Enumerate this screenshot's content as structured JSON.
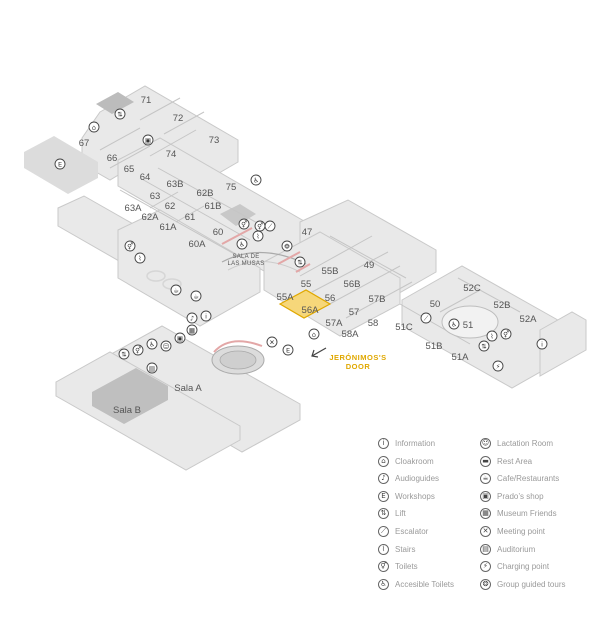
{
  "map": {
    "rooms": [
      {
        "id": "r71",
        "label": "71"
      },
      {
        "id": "r72",
        "label": "72"
      },
      {
        "id": "r73",
        "label": "73"
      },
      {
        "id": "r74",
        "label": "74"
      },
      {
        "id": "r67",
        "label": "67"
      },
      {
        "id": "r66",
        "label": "66"
      },
      {
        "id": "r65",
        "label": "65"
      },
      {
        "id": "r64",
        "label": "64"
      },
      {
        "id": "r75",
        "label": "75"
      },
      {
        "id": "r63B",
        "label": "63B"
      },
      {
        "id": "r62B",
        "label": "62B"
      },
      {
        "id": "r63",
        "label": "63"
      },
      {
        "id": "r62",
        "label": "62"
      },
      {
        "id": "r61B",
        "label": "61B"
      },
      {
        "id": "r63A",
        "label": "63A"
      },
      {
        "id": "r62A",
        "label": "62A"
      },
      {
        "id": "r61",
        "label": "61"
      },
      {
        "id": "r61A",
        "label": "61A"
      },
      {
        "id": "r60",
        "label": "60"
      },
      {
        "id": "r60A",
        "label": "60A"
      },
      {
        "id": "r47",
        "label": "47"
      },
      {
        "id": "r49",
        "label": "49"
      },
      {
        "id": "r55B",
        "label": "55B"
      },
      {
        "id": "r56B",
        "label": "56B"
      },
      {
        "id": "r55",
        "label": "55"
      },
      {
        "id": "r57B",
        "label": "57B"
      },
      {
        "id": "r55A",
        "label": "55A"
      },
      {
        "id": "r56",
        "label": "56"
      },
      {
        "id": "r56A",
        "label": "56A"
      },
      {
        "id": "r57",
        "label": "57"
      },
      {
        "id": "r57A",
        "label": "57A"
      },
      {
        "id": "r58",
        "label": "58"
      },
      {
        "id": "r58A",
        "label": "58A"
      },
      {
        "id": "r50",
        "label": "50"
      },
      {
        "id": "r52C",
        "label": "52C"
      },
      {
        "id": "r52B",
        "label": "52B"
      },
      {
        "id": "r52A",
        "label": "52A"
      },
      {
        "id": "r51",
        "label": "51"
      },
      {
        "id": "r51C",
        "label": "51C"
      },
      {
        "id": "r51B",
        "label": "51B"
      },
      {
        "id": "r51A",
        "label": "51A"
      },
      {
        "id": "salaA",
        "label": "Sala A"
      },
      {
        "id": "salaB",
        "label": "Sala B"
      }
    ],
    "sala_musas": [
      "SALA DE",
      "LAS MUSAS"
    ],
    "door_label": [
      "JERÓNIMOS'S",
      "DOOR"
    ],
    "highlight_color": "#f6d77a",
    "highlight_border": "#e0a800",
    "accent_color": "#e0a800"
  },
  "legend": {
    "left": [
      {
        "icon": "information-icon",
        "glyph": "i",
        "label": "Information"
      },
      {
        "icon": "cloakroom-icon",
        "glyph": "⌂",
        "label": "Cloakroom"
      },
      {
        "icon": "audioguides-icon",
        "glyph": "♪",
        "label": "Audioguides"
      },
      {
        "icon": "workshops-icon",
        "glyph": "E",
        "label": "Workshops"
      },
      {
        "icon": "lift-icon",
        "glyph": "⇅",
        "label": "Lift"
      },
      {
        "icon": "escalator-icon",
        "glyph": "⟋",
        "label": "Escalator"
      },
      {
        "icon": "stairs-icon",
        "glyph": "⌇",
        "label": "Stairs"
      },
      {
        "icon": "toilets-icon",
        "glyph": "⚥",
        "label": "Toilets"
      },
      {
        "icon": "accessible-toilets-icon",
        "glyph": "♿",
        "label": "Accesible Toilets"
      }
    ],
    "right": [
      {
        "icon": "lactation-room-icon",
        "glyph": "☺",
        "label": "Lactation Room"
      },
      {
        "icon": "rest-area-icon",
        "glyph": "▬",
        "label": "Rest Area"
      },
      {
        "icon": "cafe-restaurants-icon",
        "glyph": "☕",
        "label": "Cafe/Restaurants"
      },
      {
        "icon": "prados-shop-icon",
        "glyph": "▣",
        "label": "Prado’s shop"
      },
      {
        "icon": "museum-friends-icon",
        "glyph": "▦",
        "label": "Museum Friends"
      },
      {
        "icon": "meeting-point-icon",
        "glyph": "✕",
        "label": "Meeting point"
      },
      {
        "icon": "auditorium-icon",
        "glyph": "▤",
        "label": "Auditorium"
      },
      {
        "icon": "charging-point-icon",
        "glyph": "⚡",
        "label": "Charging point"
      },
      {
        "icon": "group-guided-tours-icon",
        "glyph": "❂",
        "label": "Group guided tours"
      }
    ]
  }
}
